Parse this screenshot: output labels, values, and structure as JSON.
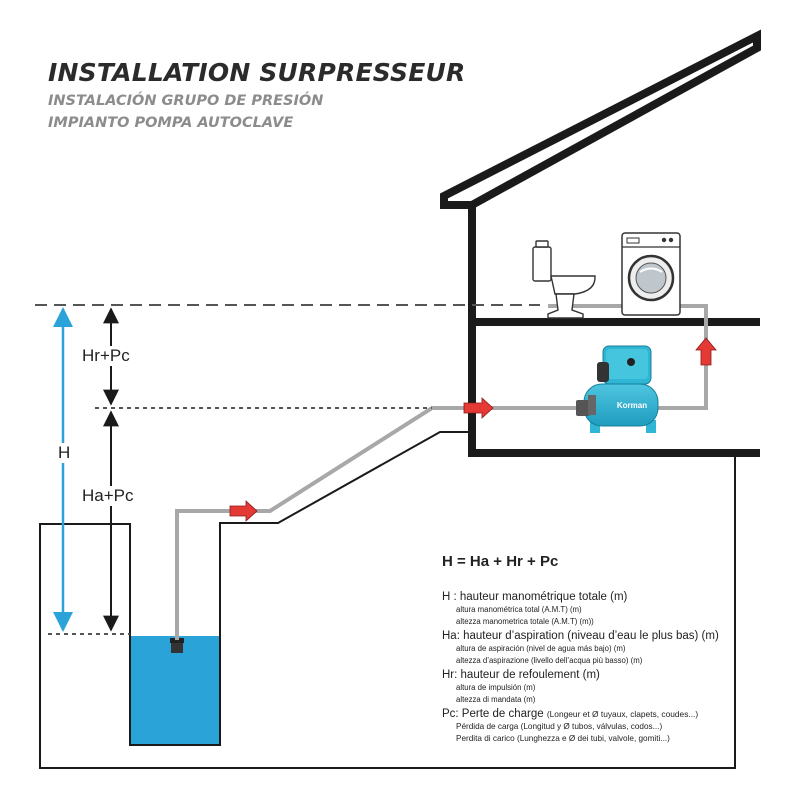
{
  "title": {
    "main": "INSTALLATION SURPRESSEUR",
    "es": "INSTALACIÓN GRUPO DE PRESIÓN",
    "it": "IMPIANTO POMPA AUTOCLAVE"
  },
  "dimensions": {
    "h": "H",
    "hr_pc": "Hr+Pc",
    "ha_pc": "Ha+Pc"
  },
  "formula": "H = Ha + Hr + Pc",
  "pump_brand": "Korman",
  "legend": [
    {
      "main": "H : hauteur manométrique totale (m)",
      "note": "",
      "subs": [
        "altura manométrica total (A.M.T) (m)",
        "altezza manometrica totale (A.M.T) (m))"
      ]
    },
    {
      "main": "Ha: hauteur d’aspiration (niveau d’eau le plus bas) (m)",
      "note": "",
      "subs": [
        "altura de aspiración (nivel de agua más bajo) (m)",
        "altezza d’aspirazione (livello dell’acqua più basso) (m)"
      ]
    },
    {
      "main": "Hr: hauteur de refoulement (m)",
      "note": "",
      "subs": [
        "altura de impulsión (m)",
        "altezza di mandata (m)"
      ]
    },
    {
      "main": "Pc: Perte de charge",
      "note": "(Longeur et Ø tuyaux, clapets, coudes...)",
      "subs": [
        "Pérdida de carga (Longitud y Ø tubos, válvulas, codos...)",
        "Perdita di carico (Lunghezza e Ø dei tubi, valvole, gomiti...)"
      ]
    }
  ],
  "colors": {
    "water": "#2aa3d8",
    "pump": "#2fb6d4",
    "arrow": "#e53935",
    "pipe": "#a8a8a8",
    "wall": "#1a1a1a",
    "h_arrow": "#2aa3d8"
  }
}
